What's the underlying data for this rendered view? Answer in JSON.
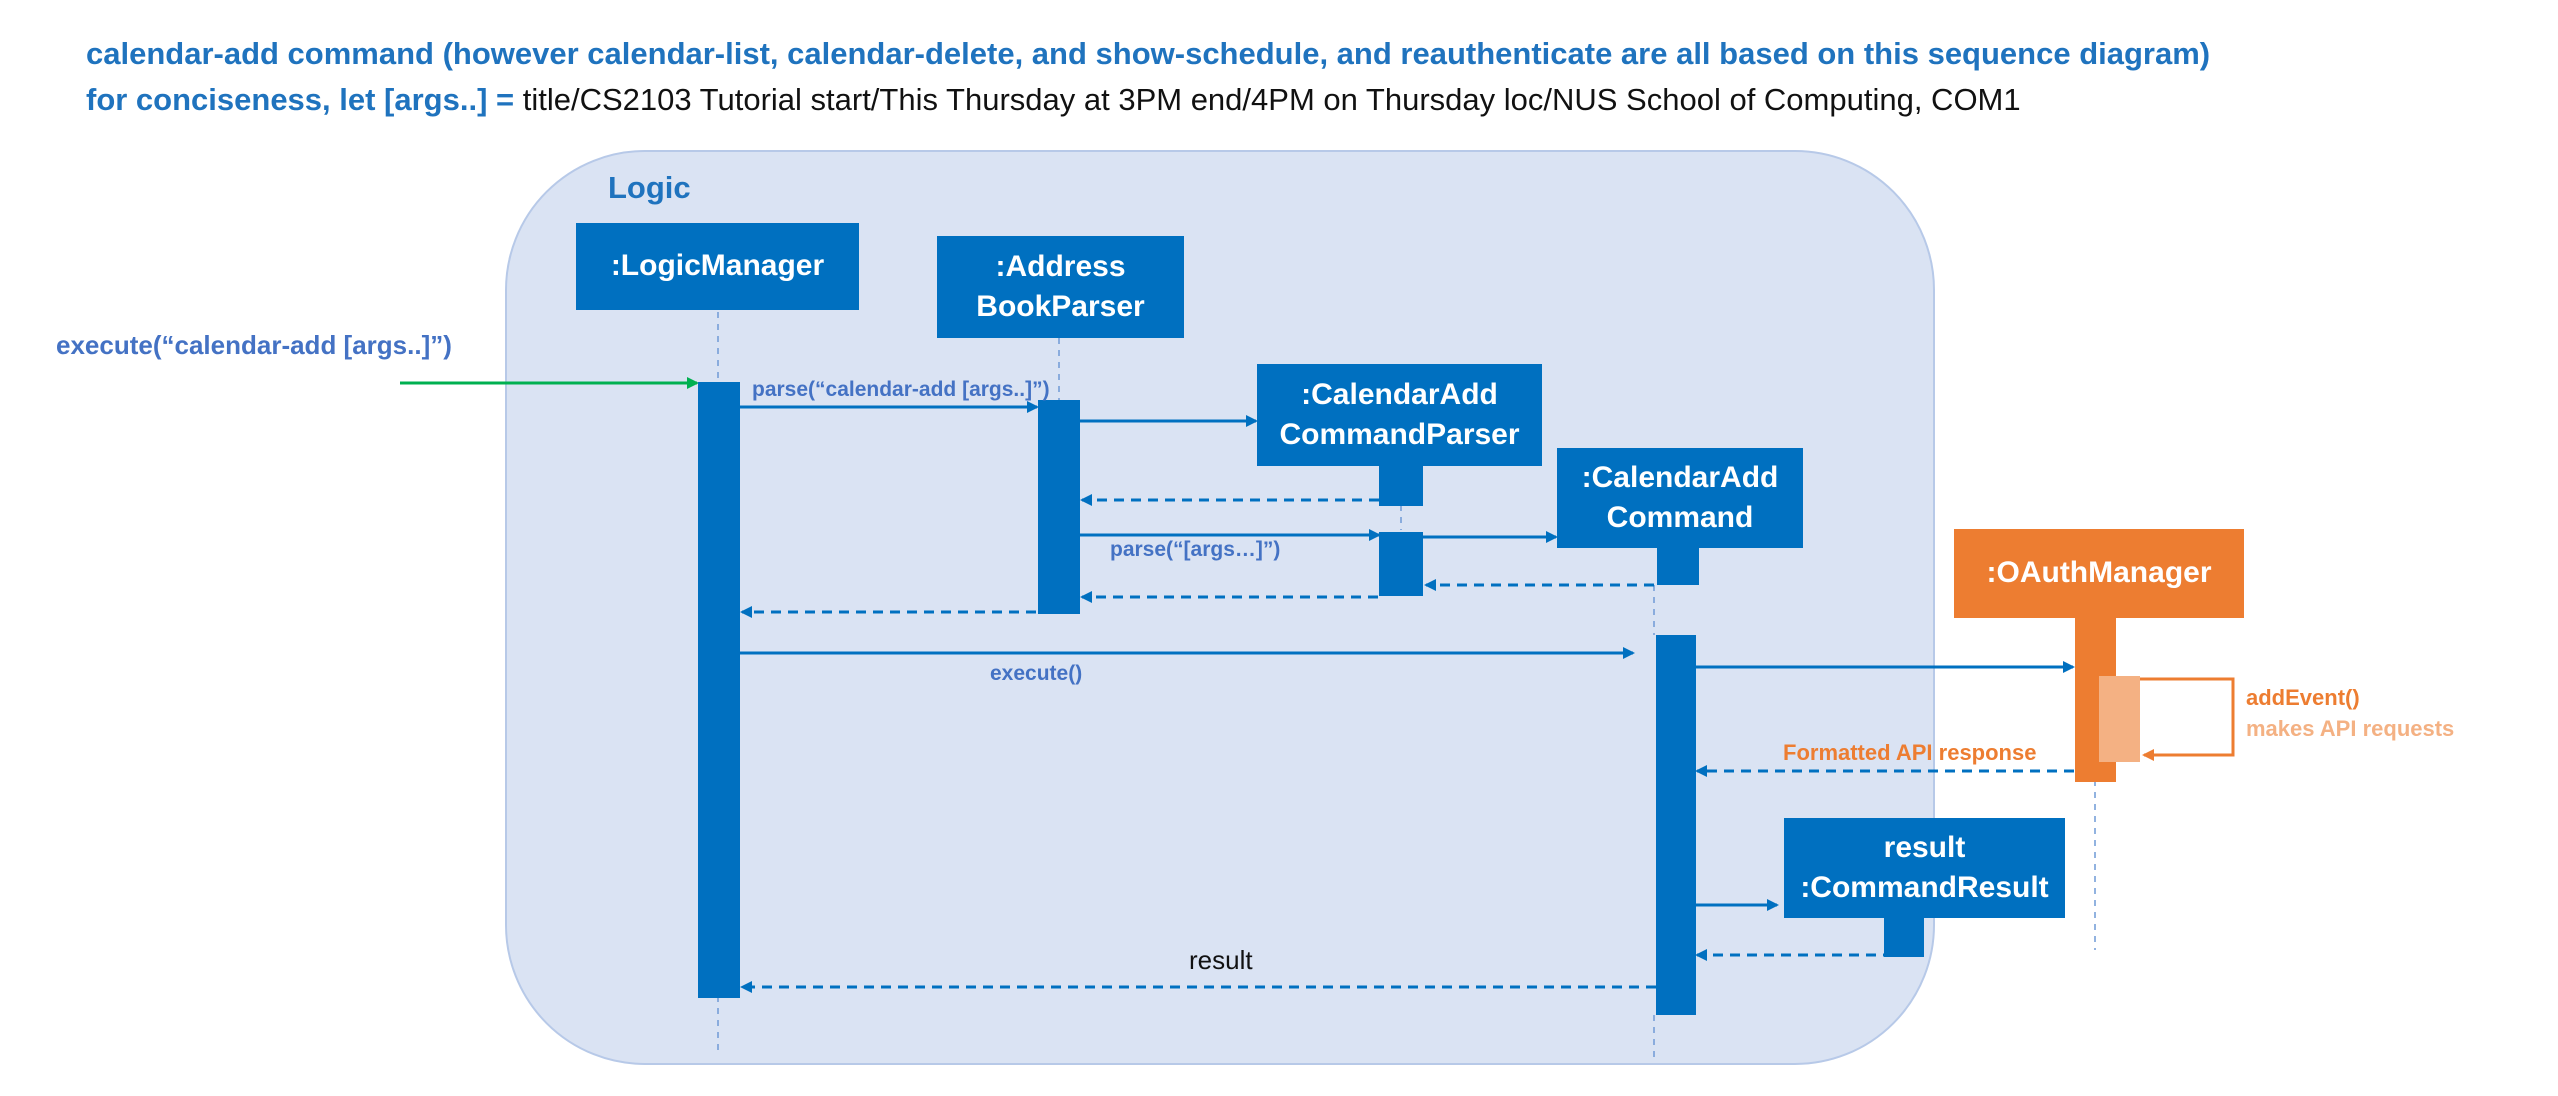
{
  "header": {
    "line1": "calendar-add command (however calendar-list, calendar-delete, and show-schedule, and reauthenticate are all based on this sequence diagram)",
    "line2_key": "for conciseness, let [args..] =",
    "line2_value": " title/CS2103 Tutorial start/This Thursday at 3PM end/4PM on Thursday loc/NUS School of Computing, COM1"
  },
  "boundary": {
    "label": "Logic"
  },
  "participants": {
    "logic_manager": ":LogicManager",
    "address_book_parser_line1": ":Address",
    "address_book_parser_line2": "BookParser",
    "calendar_add_command_parser_line1": ":CalendarAdd",
    "calendar_add_command_parser_line2": "CommandParser",
    "calendar_add_command_line1": ":CalendarAdd",
    "calendar_add_command_line2": "Command",
    "oauth_manager": ":OAuthManager",
    "command_result_line1": "result",
    "command_result_line2": ":CommandResult"
  },
  "messages": {
    "external_call": "execute(“calendar-add [args..]”)",
    "parse_full": "parse(“calendar-add [args..]”)",
    "parse_args": "parse(“[args…]”)",
    "execute": "execute()",
    "add_event": "addEvent()",
    "makes_api_requests": "makes API requests",
    "formatted_api_response": "Formatted API response",
    "result": "result"
  },
  "colors": {
    "primary_blue": "#0070c0",
    "label_blue": "#4472c4",
    "boundary_fill": "#dae3f3",
    "orange": "#ed7d31",
    "peach": "#f4b183",
    "green": "#00b050"
  }
}
